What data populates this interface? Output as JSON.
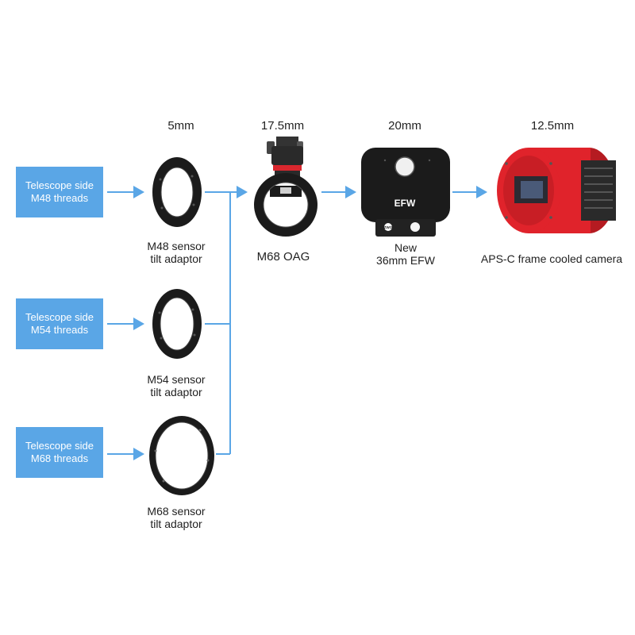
{
  "dimensions": [
    "5mm",
    "17.5mm",
    "20mm",
    "12.5mm"
  ],
  "telescope_sides": [
    {
      "line1": "Telescope side",
      "line2": "M48 threads"
    },
    {
      "line1": "Telescope side",
      "line2": "M54 threads"
    },
    {
      "line1": "Telescope side",
      "line2": "M68 threads"
    }
  ],
  "adaptors": [
    {
      "line1": "M48 sensor",
      "line2": "tilt adaptor"
    },
    {
      "line1": "M54 sensor",
      "line2": "tilt adaptor"
    },
    {
      "line1": "M68 sensor",
      "line2": "tilt adaptor"
    }
  ],
  "oag_label": "M68 OAG",
  "efw": {
    "line1": "New",
    "line2": "36mm EFW",
    "body_text": "EFW",
    "logo_text": "ZWO"
  },
  "camera_label": "APS-C frame cooled camera",
  "colors": {
    "accent_blue": "#5aa6e6",
    "camera_red": "#e0232b",
    "hardware_black": "#1b1b1b"
  }
}
